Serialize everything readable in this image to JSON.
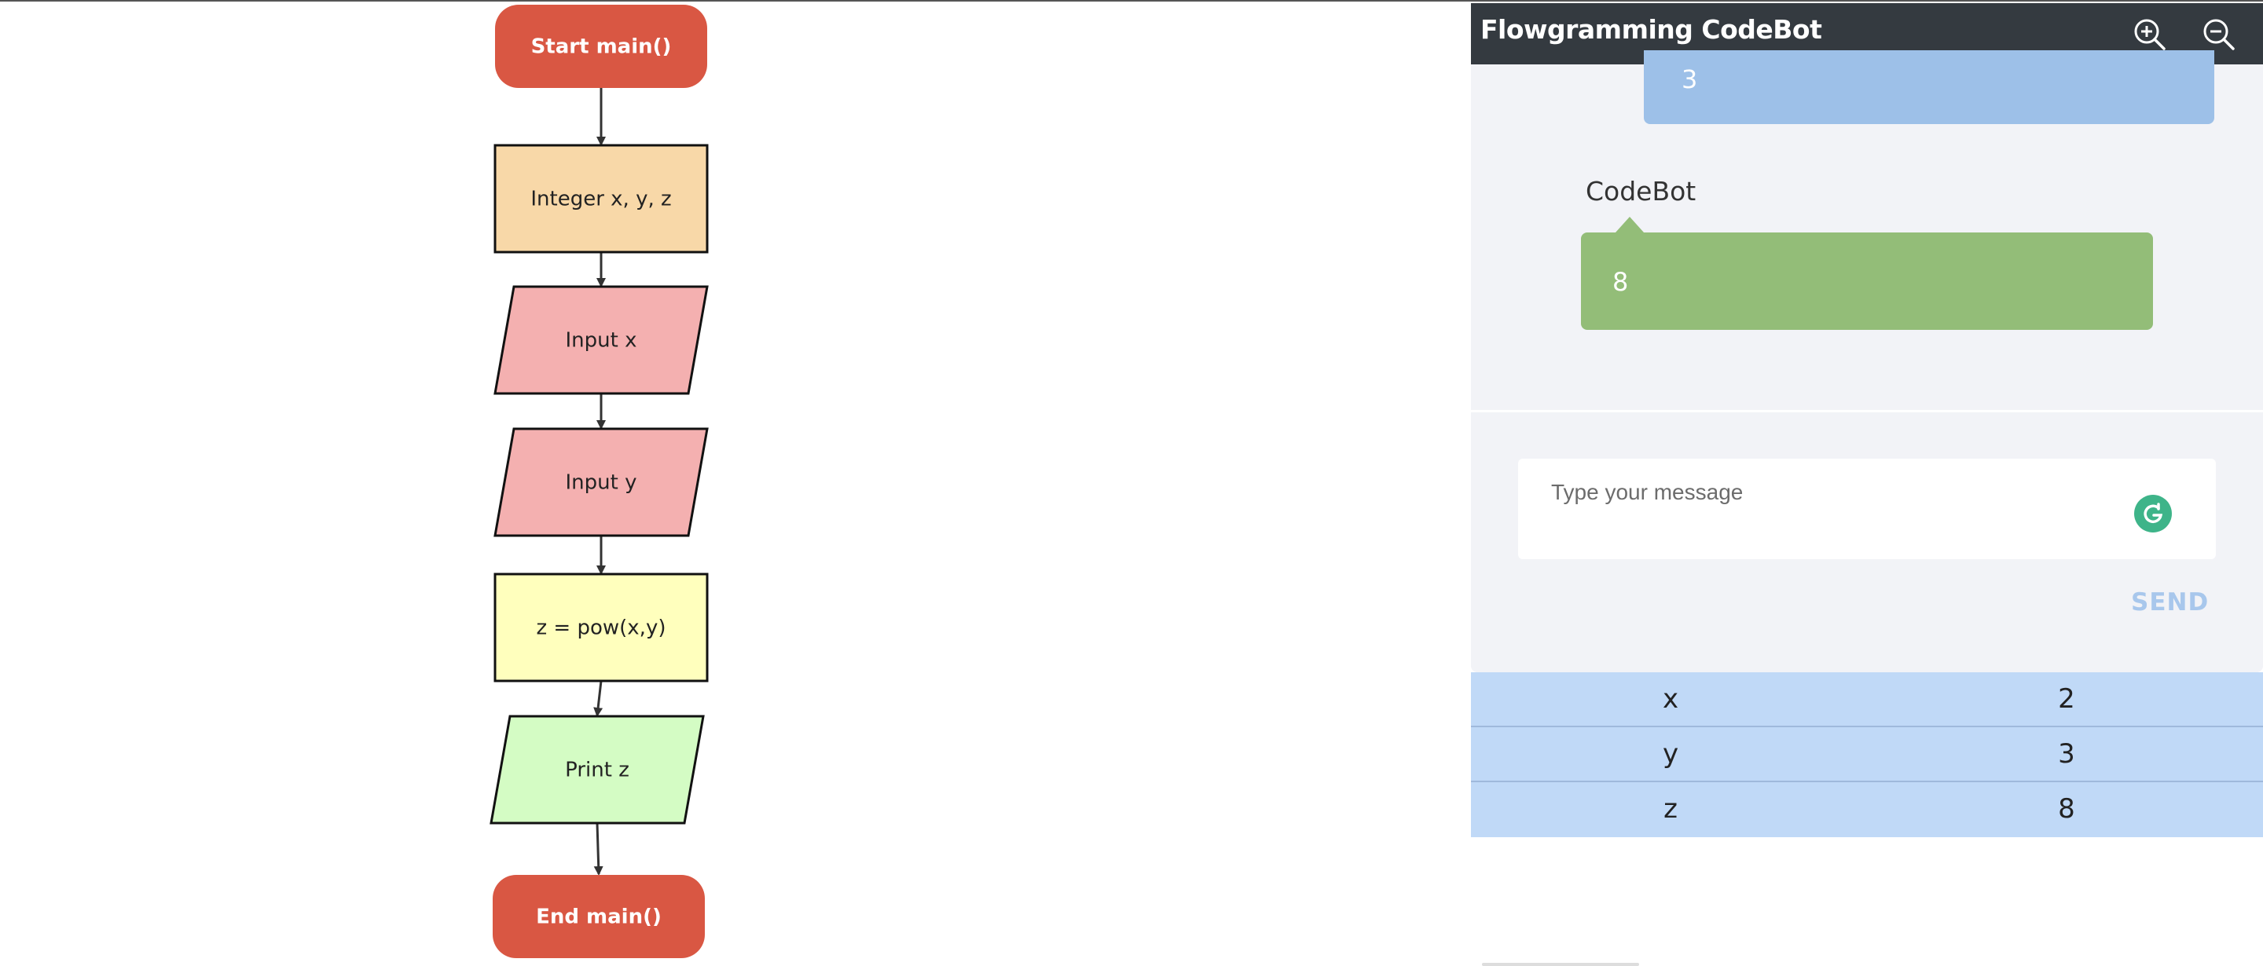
{
  "flowchart": {
    "nodes": [
      {
        "shape": "terminal",
        "label": "Start main()",
        "color": "#d95743"
      },
      {
        "shape": "rect",
        "label": "Integer x, y, z",
        "color": "#f8d8a8"
      },
      {
        "shape": "parallelogram",
        "label": "Input x",
        "color": "#f4b0b0"
      },
      {
        "shape": "parallelogram",
        "label": "Input y",
        "color": "#f4b0b0"
      },
      {
        "shape": "rect",
        "label": "z = pow(x,y)",
        "color": "#ffffbd"
      },
      {
        "shape": "parallelogram",
        "label": "Print z",
        "color": "#d4fcc4"
      },
      {
        "shape": "terminal",
        "label": "End main()",
        "color": "#d95743"
      }
    ]
  },
  "chat": {
    "title": "Flowgramming CodeBot",
    "zoom_in_icon": "zoom-in-icon",
    "zoom_out_icon": "zoom-out-icon",
    "user_message": "3",
    "bot_name": "CodeBot",
    "bot_message": "8",
    "input_placeholder": "Type your message",
    "input_value": "",
    "send_label": "SEND",
    "colors": {
      "header": "#343a40",
      "user_bubble": "#9dc0e8",
      "bot_bubble": "#93bd78",
      "send": "#a8c7ec"
    }
  },
  "variables": [
    {
      "name": "x",
      "value": "2"
    },
    {
      "name": "y",
      "value": "3"
    },
    {
      "name": "z",
      "value": "8"
    }
  ]
}
